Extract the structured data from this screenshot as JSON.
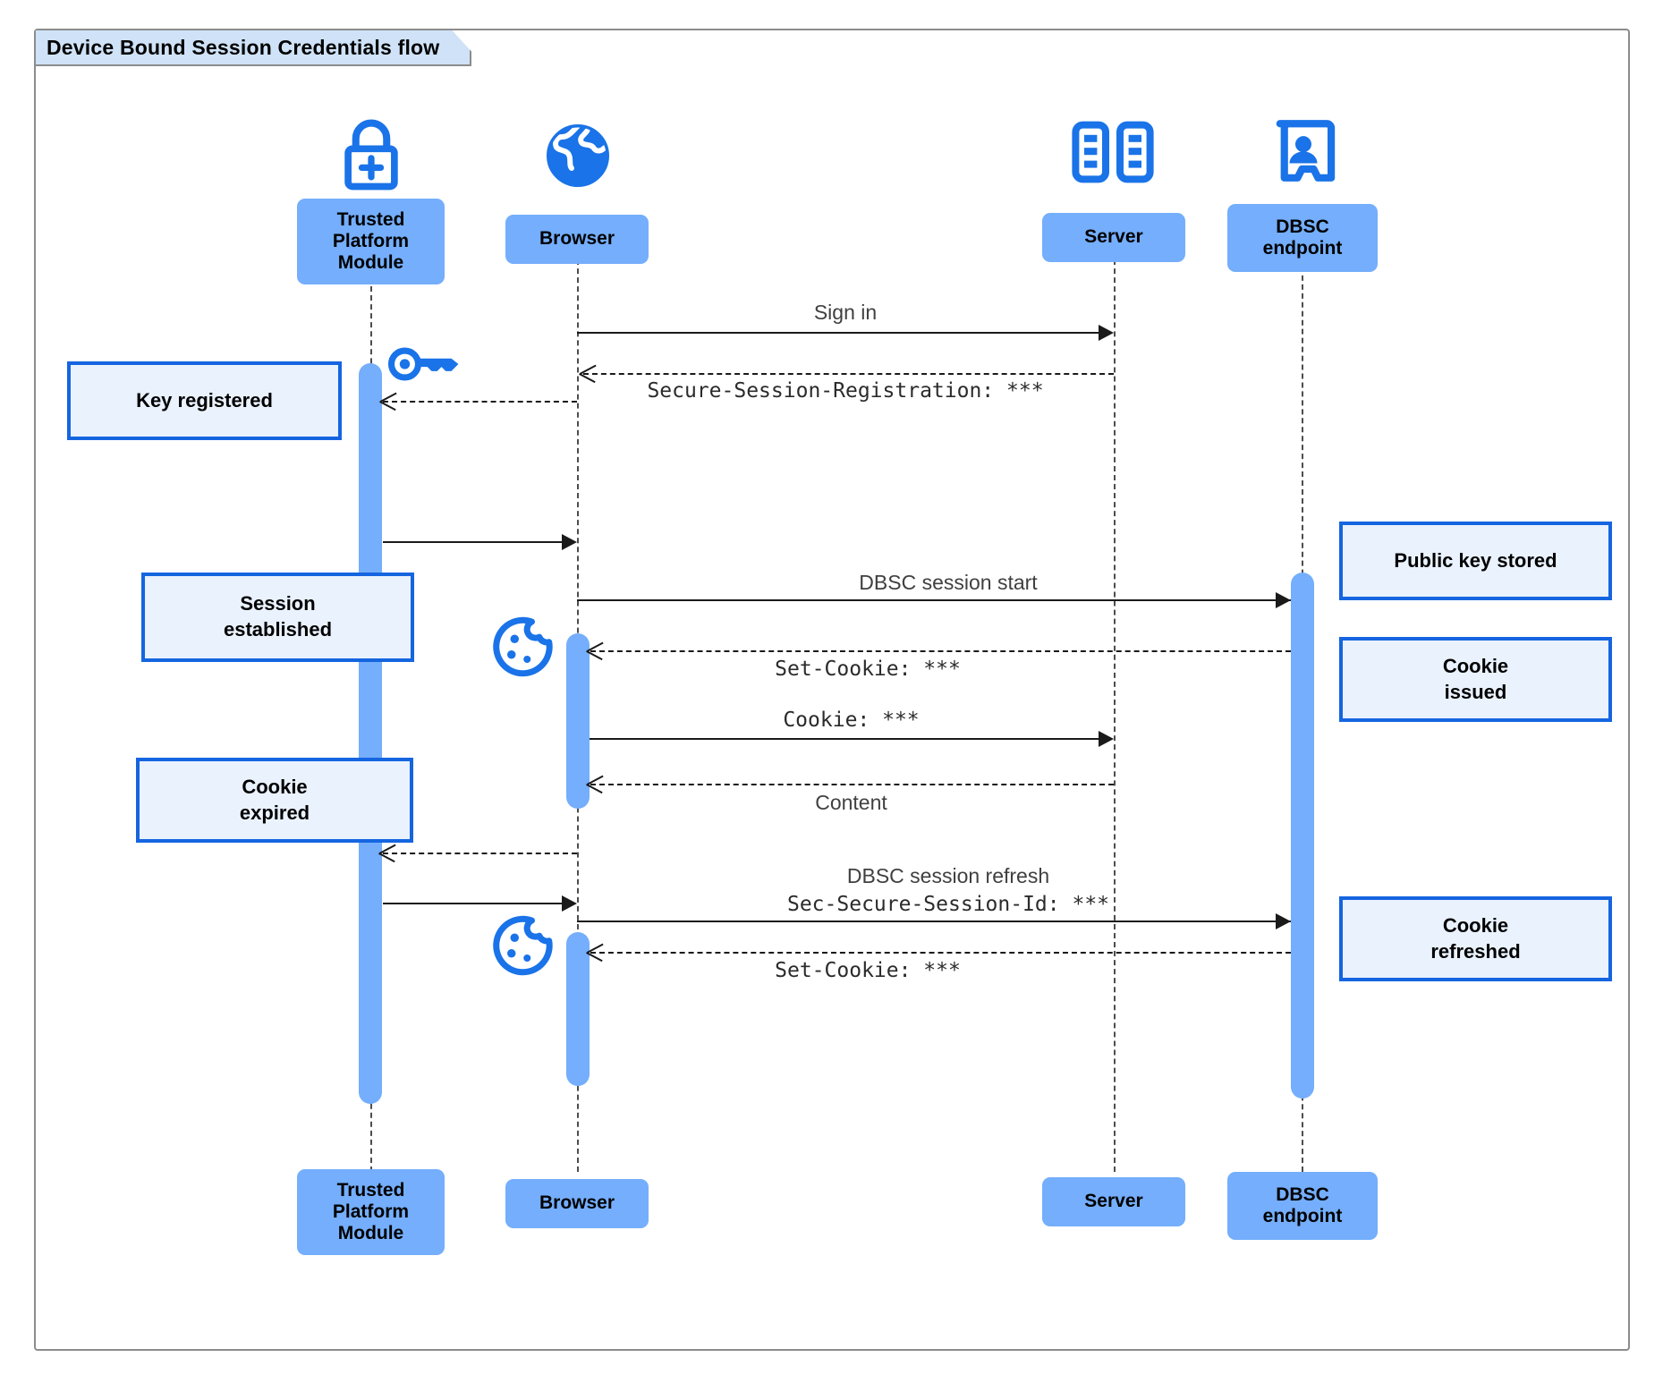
{
  "diagram": {
    "title": "Device Bound Session Credentials flow",
    "type": "uml-sequence-diagram"
  },
  "colors": {
    "participant_fill": "#74aefc",
    "note_fill": "#eaf2fe",
    "note_border": "#1565e0",
    "icon_blue": "#1a73e8",
    "frame_border": "#8c8c8c",
    "title_fill": "#cfe2f7",
    "lifeline": "#4d4d4d"
  },
  "participants": [
    {
      "id": "tpm",
      "label": "Trusted\nPlatform\nModule",
      "label_lines": [
        "Trusted",
        "Platform",
        "Module"
      ],
      "icon": "lock-plus-icon"
    },
    {
      "id": "browser",
      "label": "Browser",
      "label_lines": [
        "Browser"
      ],
      "icon": "globe-icon"
    },
    {
      "id": "server",
      "label": "Server",
      "label_lines": [
        "Server"
      ],
      "icon": "server-racks-icon"
    },
    {
      "id": "dbsc",
      "label": "DBSC endpoint",
      "label_lines": [
        "DBSC",
        "endpoint"
      ],
      "icon": "id-badge-icon"
    }
  ],
  "messages": [
    {
      "id": "m1",
      "text": "Sign in",
      "style": "sans",
      "line": "solid",
      "from": "browser",
      "to": "server"
    },
    {
      "id": "m2",
      "text": "Secure-Session-Registration: ***",
      "style": "mono",
      "line": "dashed",
      "from": "server",
      "to": "browser"
    },
    {
      "id": "m3",
      "text": "",
      "style": "sans",
      "line": "dashed",
      "from": "browser",
      "to": "tpm"
    },
    {
      "id": "m4",
      "text": "",
      "style": "sans",
      "line": "solid",
      "from": "tpm",
      "to": "browser"
    },
    {
      "id": "m5",
      "text": "DBSC session start",
      "style": "sans",
      "line": "solid",
      "from": "browser",
      "to": "dbsc"
    },
    {
      "id": "m6",
      "text": "Set-Cookie: ***",
      "style": "mono",
      "line": "dashed",
      "from": "dbsc",
      "to": "browser"
    },
    {
      "id": "m7",
      "text": "Cookie: ***",
      "style": "mono",
      "line": "solid",
      "from": "browser",
      "to": "server"
    },
    {
      "id": "m8",
      "text": "Content",
      "style": "sans",
      "line": "dashed",
      "from": "server",
      "to": "browser"
    },
    {
      "id": "m9",
      "text": "",
      "style": "sans",
      "line": "dashed",
      "from": "browser",
      "to": "tpm"
    },
    {
      "id": "m10",
      "text": "DBSC session refresh",
      "style": "sans",
      "line": "solid",
      "from": "tpm",
      "to": "dbsc"
    },
    {
      "id": "m11",
      "text": "Sec-Secure-Session-Id: ***",
      "style": "mono",
      "line": "solid",
      "from": "browser",
      "to": "dbsc"
    },
    {
      "id": "m12",
      "text": "Set-Cookie: ***",
      "style": "mono",
      "line": "dashed",
      "from": "dbsc",
      "to": "browser"
    }
  ],
  "notes": [
    {
      "id": "n1",
      "text": "Key registered",
      "lines": [
        "Key registered"
      ],
      "side": "left",
      "anchor": "tpm"
    },
    {
      "id": "n2",
      "text": "Session established",
      "lines": [
        "Session",
        "established"
      ],
      "side": "left",
      "anchor": "tpm"
    },
    {
      "id": "n3",
      "text": "Cookie expired",
      "lines": [
        "Cookie",
        "expired"
      ],
      "side": "left",
      "anchor": "tpm"
    },
    {
      "id": "n4",
      "text": "Public key stored",
      "lines": [
        "Public key stored"
      ],
      "side": "right",
      "anchor": "dbsc"
    },
    {
      "id": "n5",
      "text": "Cookie issued",
      "lines": [
        "Cookie",
        "issued"
      ],
      "side": "right",
      "anchor": "dbsc"
    },
    {
      "id": "n6",
      "text": "Cookie refreshed",
      "lines": [
        "Cookie",
        "refreshed"
      ],
      "side": "right",
      "anchor": "dbsc"
    }
  ],
  "inline_icons": [
    {
      "id": "key1",
      "name": "key-icon",
      "near": "tpm"
    },
    {
      "id": "cookie1",
      "name": "cookie-icon",
      "near": "browser"
    },
    {
      "id": "cookie2",
      "name": "cookie-icon",
      "near": "browser"
    }
  ]
}
